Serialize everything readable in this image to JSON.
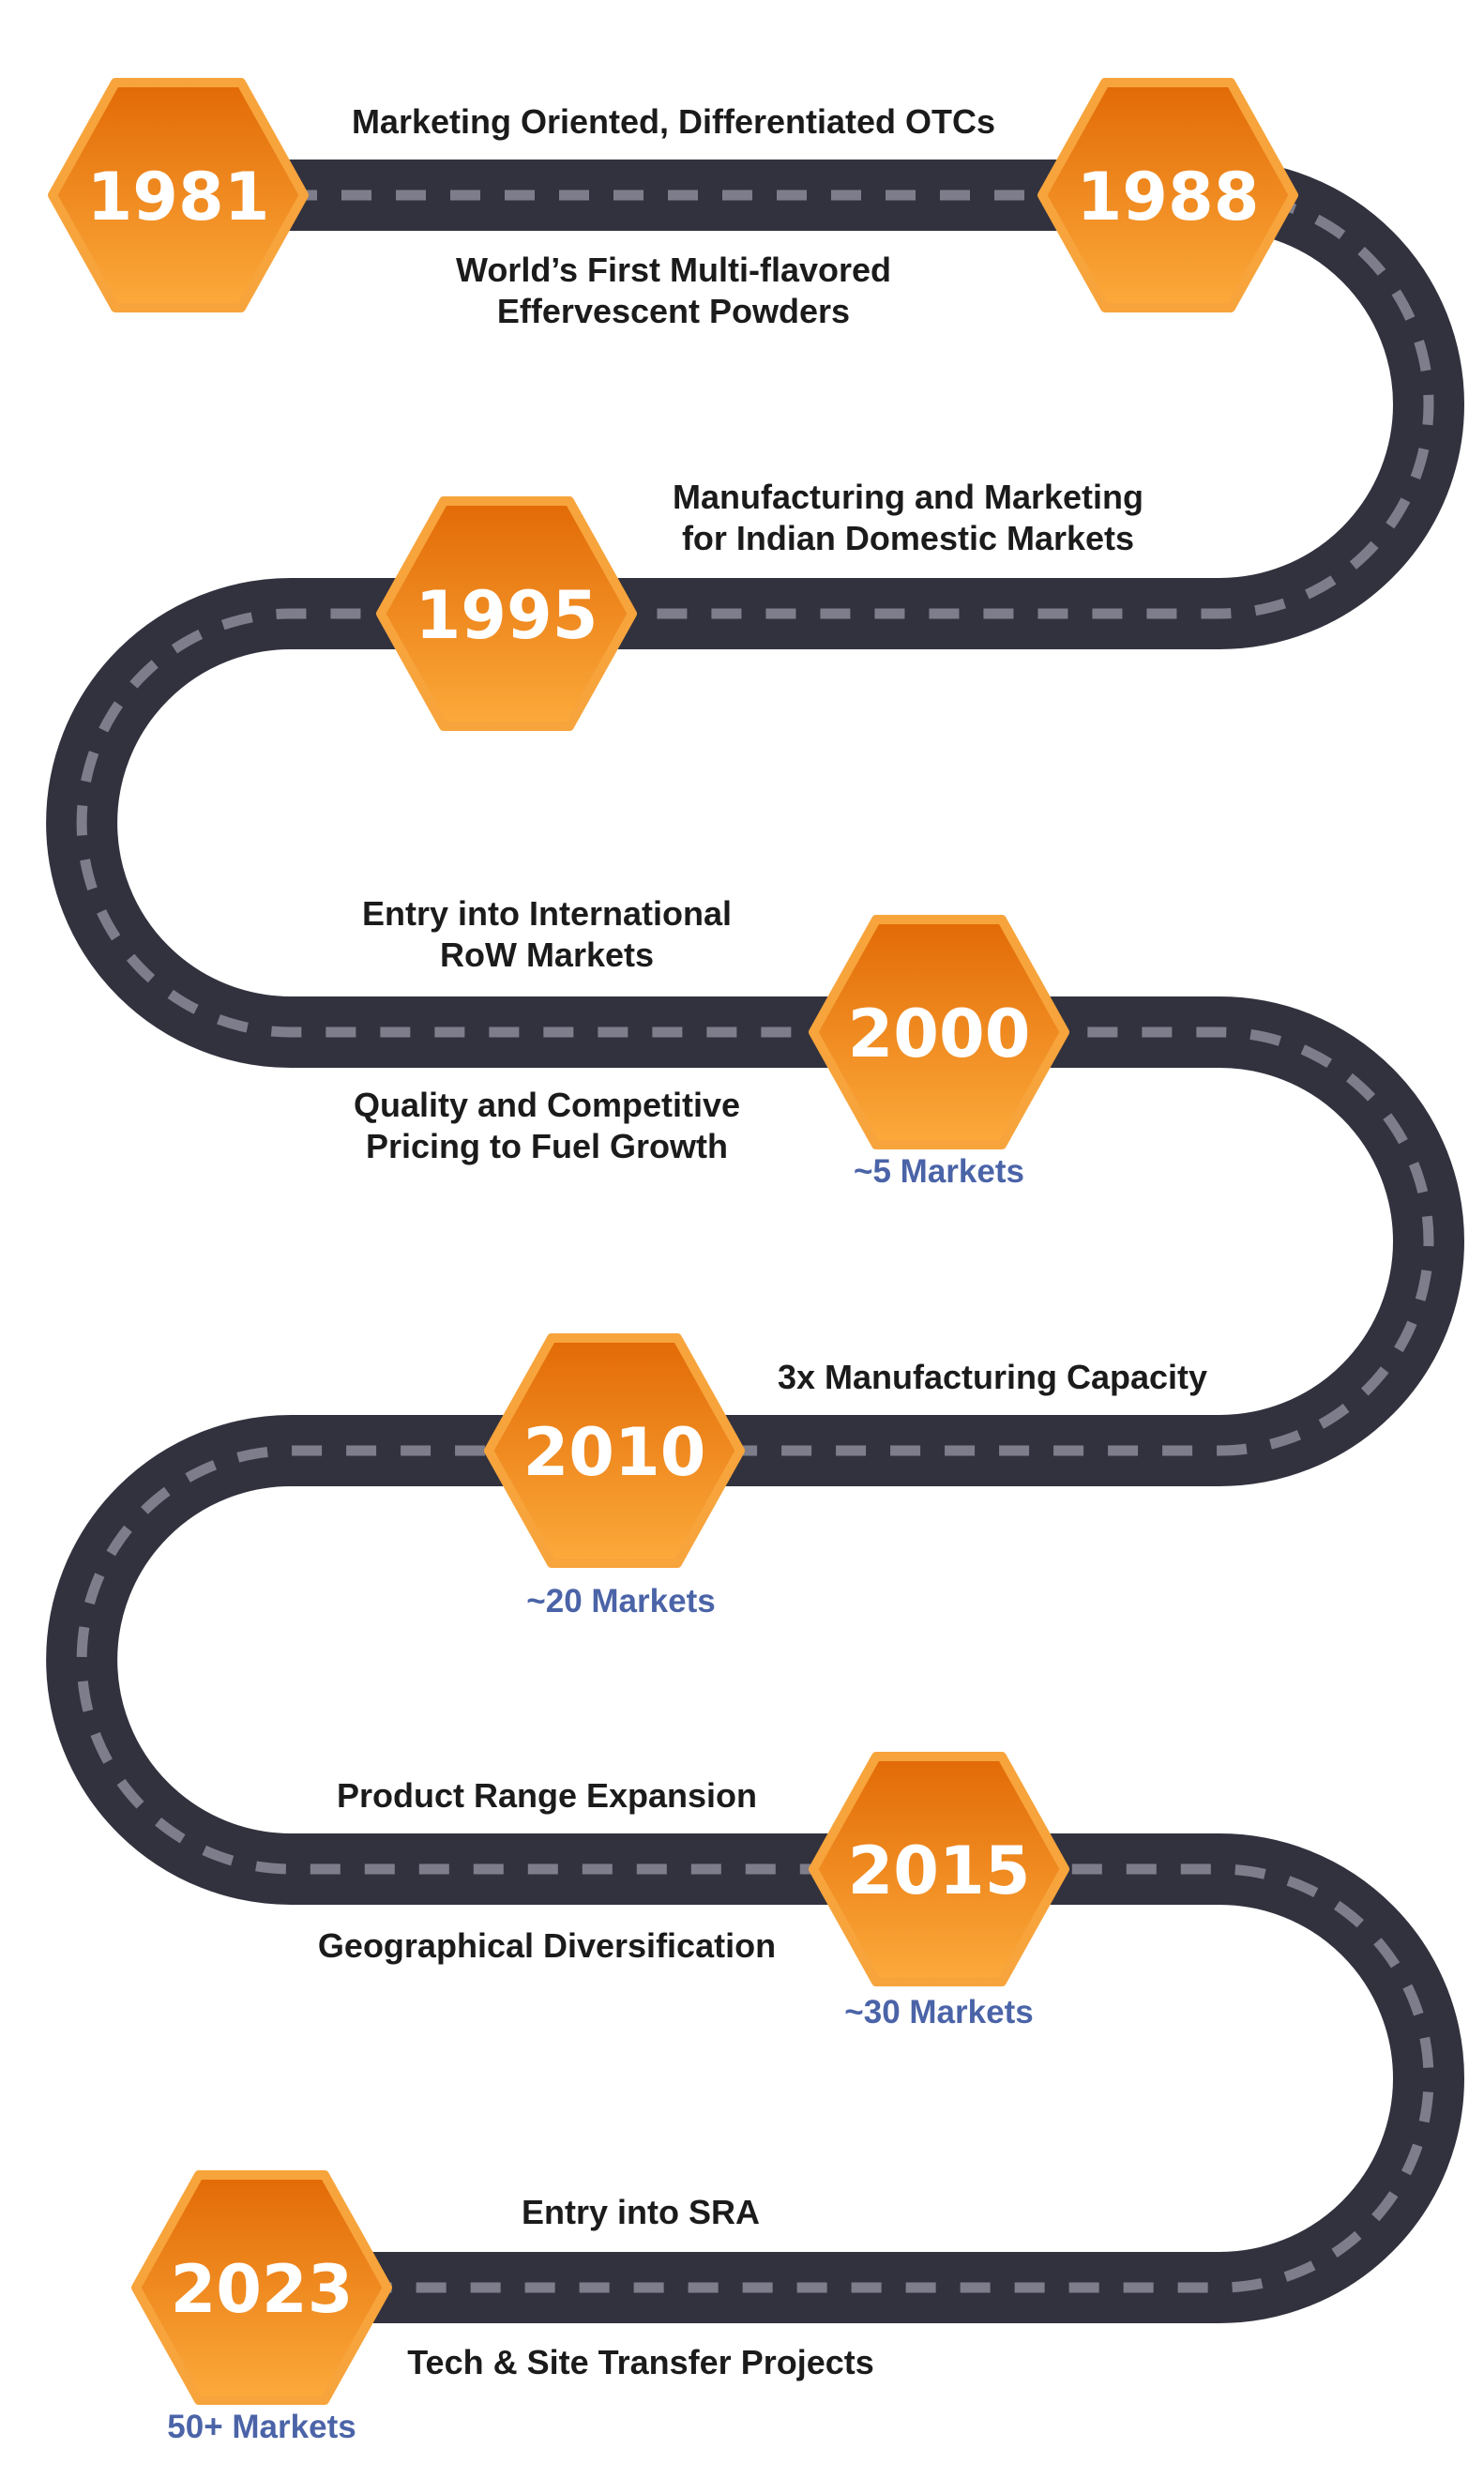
{
  "colors": {
    "road": "#32323f",
    "lane_dash": "#7d7d8c",
    "hex_gradient_top": "#e8700b",
    "hex_gradient_bottom": "#fba838",
    "label_text": "#1b1b1b",
    "markets_text": "#4b64a8"
  },
  "milestones": [
    {
      "year": "1981",
      "labels": [],
      "markets": ""
    },
    {
      "year": "1988",
      "labels": [],
      "markets": ""
    },
    {
      "year": "1995",
      "labels": [],
      "markets": ""
    },
    {
      "year": "2000",
      "labels": [],
      "markets": "~5 Markets"
    },
    {
      "year": "2010",
      "labels": [],
      "markets": "~20 Markets"
    },
    {
      "year": "2015",
      "labels": [],
      "markets": "~30 Markets"
    },
    {
      "year": "2023",
      "labels": [],
      "markets": "50+ Markets"
    }
  ],
  "captions": [
    {
      "id": "c1",
      "lines": [
        "Marketing Oriented, Differentiated OTCs"
      ]
    },
    {
      "id": "c2",
      "lines": [
        "World’s First Multi-flavored",
        "Effervescent Powders"
      ]
    },
    {
      "id": "c3",
      "lines": [
        "Manufacturing and Marketing",
        "for Indian Domestic Markets"
      ]
    },
    {
      "id": "c4",
      "lines": [
        "Entry into International",
        "RoW Markets"
      ]
    },
    {
      "id": "c5",
      "lines": [
        "Quality and Competitive",
        "Pricing to Fuel Growth"
      ]
    },
    {
      "id": "c6",
      "lines": [
        "3x Manufacturing Capacity"
      ]
    },
    {
      "id": "c7",
      "lines": [
        "Product Range Expansion"
      ]
    },
    {
      "id": "c8",
      "lines": [
        "Geographical Diversification"
      ]
    },
    {
      "id": "c9",
      "lines": [
        "Entry into SRA"
      ]
    },
    {
      "id": "c10",
      "lines": [
        "Tech & Site Transfer Projects"
      ]
    }
  ]
}
